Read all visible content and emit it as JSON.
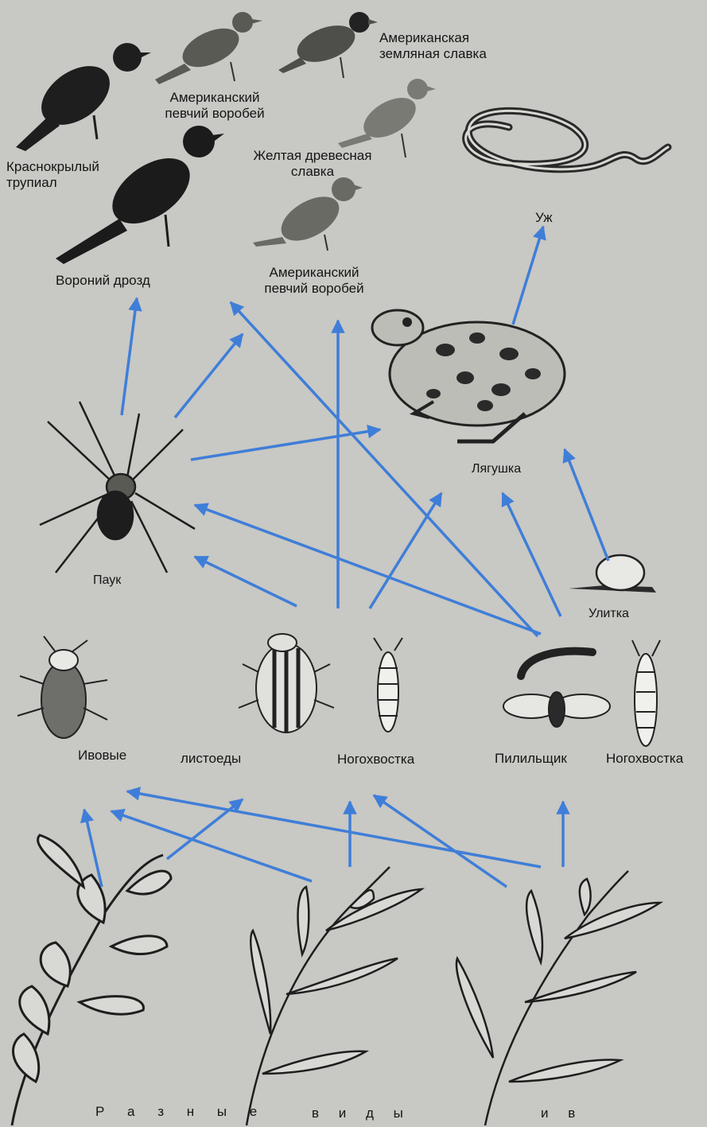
{
  "organisms": {
    "red_winged_blackbird": "Краснокрылый\nтрупиал",
    "song_sparrow_top": "Американский\nпевчий воробей",
    "ground_warbler": "Американская\nземляная славка",
    "yellow_warbler": "Желтая древесная\nславка",
    "grackle": "Вороний дрозд",
    "song_sparrow": "Американский\nпевчий воробей",
    "garter_snake": "Уж",
    "frog": "Лягушка",
    "spider": "Паук",
    "snail": "Улитка",
    "willow_beetles_1": "Ивовые",
    "willow_beetles_2": "листоеды",
    "springtail_1": "Ногохвостка",
    "sawfly": "Пилильщик",
    "springtail_2": "Ногохвостка",
    "willow_1": "Р а з н ы е",
    "willow_2": "в и д ы",
    "willow_3": "и в"
  },
  "colors": {
    "arrow": "#3f7ed8",
    "background": "#c8c8c4",
    "ink": "#151515"
  }
}
